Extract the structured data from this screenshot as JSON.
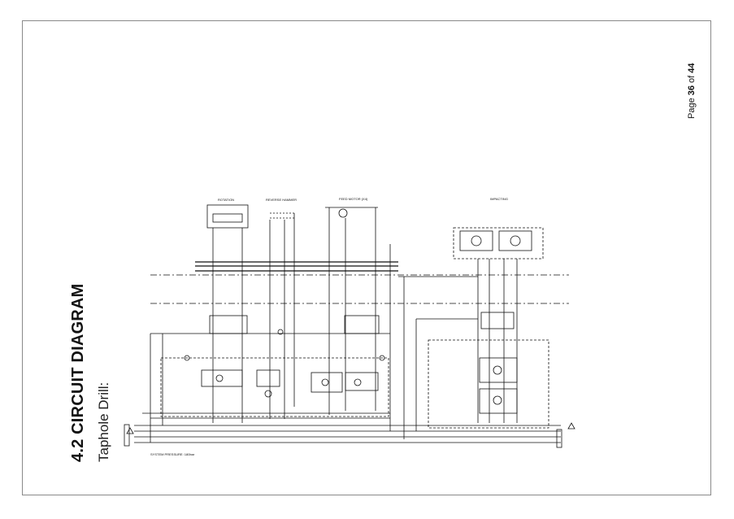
{
  "header": {
    "section_title": "4.2 CIRCUIT DIAGRAM",
    "subtitle": "Taphole Drill:"
  },
  "footer": {
    "page_prefix": "Page ",
    "page_current": "36",
    "page_of": " of ",
    "page_total": "44"
  },
  "diagram": {
    "labels": {
      "rotation": "ROTATION",
      "reverse_hammer": "REVERSE HAMMER",
      "feed_motor": "FEED MOTOR (X4)",
      "impacting": "IMPACTING",
      "system_pressure": "SYSTEM PRESSURE: 180bar"
    }
  }
}
